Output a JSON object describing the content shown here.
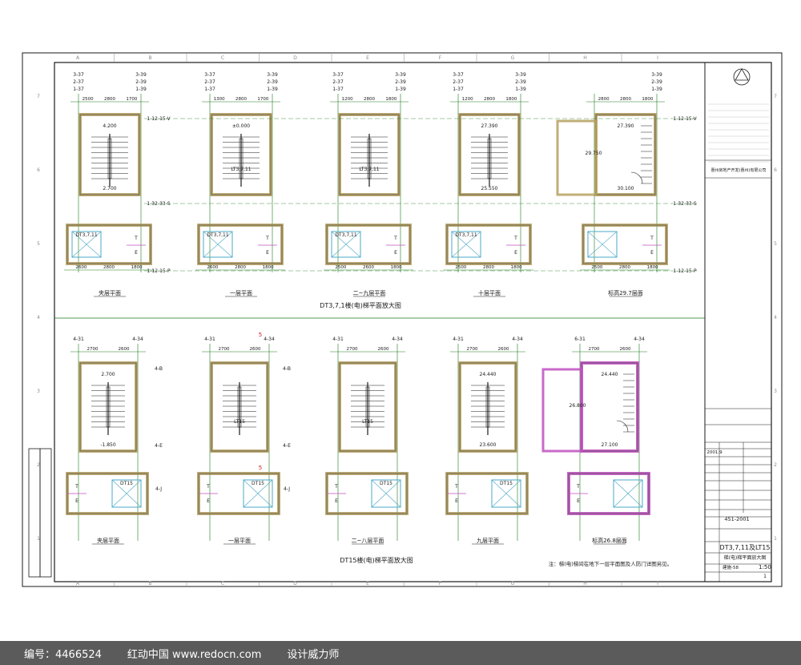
{
  "sheet": {
    "grid_cols": [
      "A",
      "B",
      "C",
      "D",
      "E",
      "F",
      "G",
      "H",
      "I"
    ],
    "grid_rows": [
      "7",
      "6",
      "5",
      "4",
      "3",
      "2",
      "1"
    ],
    "colors": {
      "wall": "#b5a060",
      "dim": "#1a7a1a",
      "line": "#1a1a1a",
      "axis": "#8a8a8a",
      "pink": "#c050c0",
      "cyan": "#4aa8c8",
      "red": "#cc2020"
    }
  },
  "top_row": {
    "plans": [
      {
        "title": "夹层平面",
        "axes_top": [
          "3-37",
          "2-37",
          "1-37"
        ],
        "axes_top_r": [
          "3-39",
          "2-39",
          "1-39"
        ],
        "dims_top": [
          "2500",
          "2800",
          "1700"
        ],
        "elev": "4.200",
        "elev2": "2.700",
        "stair": "",
        "elevator": "DT3,7,11",
        "tag_t": "T",
        "tag_e": "E",
        "dims_bottom": [
          "2600",
          "2800",
          "1800"
        ]
      },
      {
        "title": "一层平面",
        "axes_top": [
          "3-37",
          "2-37",
          "1-37"
        ],
        "axes_top_r": [
          "3-39",
          "2-39",
          "1-39"
        ],
        "dims_top": [
          "1300",
          "2800",
          "1700"
        ],
        "elev": "±0.000",
        "elev2": "",
        "stair": "LT3,7,11",
        "elevator": "DT3,7,11",
        "tag_t": "T",
        "tag_e": "E",
        "dims_bottom": [
          "2600",
          "2800",
          "1800"
        ]
      },
      {
        "title": "二~九层平面",
        "axes_top": [
          "3-37",
          "2-37",
          "1-37"
        ],
        "axes_top_r": [
          "3-39",
          "2-39",
          "1-39"
        ],
        "dims_top": [
          "1200",
          "2800",
          "1800"
        ],
        "elev": "",
        "elev2": "",
        "stair": "LT3,7,11",
        "elevator": "DT3,7,11",
        "tag_t": "T",
        "tag_e": "E",
        "dims_bottom": [
          "2500",
          "2600",
          "1800"
        ]
      },
      {
        "title": "十层平面",
        "axes_top": [
          "3-37",
          "2-37",
          "1-37"
        ],
        "axes_top_r": [
          "3-39",
          "2-39",
          "1-39"
        ],
        "dims_top": [
          "1200",
          "2800",
          "1800"
        ],
        "elev": "27.390",
        "elev2": "25.550",
        "stair": "",
        "elevator": "DT3,7,11",
        "tag_t": "T",
        "tag_e": "E",
        "dims_bottom": [
          "2500",
          "2800",
          "1800"
        ]
      },
      {
        "title": "标高29.7层面",
        "axes_top": [
          "",
          "",
          ""
        ],
        "axes_top_r": [
          "3-39",
          "2-39",
          "1-39"
        ],
        "dims_top": [
          "2800",
          "2800",
          "1800"
        ],
        "elev": "27.390",
        "elev2": "30.100",
        "stair": "29.750",
        "elevator": "",
        "tag_t": "T",
        "tag_e": "E",
        "dims_bottom": [
          "2500",
          "2800",
          "1800"
        ]
      }
    ],
    "row_axes": [
      "1-12-15-V",
      "1-32-33-S",
      "1-12-15-P"
    ],
    "caption": "DT3,7,1楼(电)梯平面放大图"
  },
  "bottom_row": {
    "plans": [
      {
        "title": "夹层平面",
        "axes_top": [
          "4-31"
        ],
        "axes_top_r": [
          "4-34"
        ],
        "dims_top": [
          "2700",
          "2600"
        ],
        "elev": "2.700",
        "elev2": "-1.850",
        "stair": "",
        "elevator": "DT15",
        "tag_t": "T",
        "tag_e": "E"
      },
      {
        "title": "一层平面",
        "axes_top": [
          "4-31"
        ],
        "axes_top_r": [
          "4-34"
        ],
        "dims_top": [
          "2700",
          "2600"
        ],
        "elev": "",
        "elev2": "",
        "stair": "LT15",
        "elevator": "DT15",
        "tag_t": "T",
        "tag_e": "E"
      },
      {
        "title": "二~八层平面",
        "axes_top": [
          "4-31"
        ],
        "axes_top_r": [
          "4-34"
        ],
        "dims_top": [
          "2700",
          "2600"
        ],
        "elev": "",
        "elev2": "",
        "stair": "LT15",
        "elevator": "DT15",
        "tag_t": "T",
        "tag_e": "E"
      },
      {
        "title": "九层平面",
        "axes_top": [
          "4-31"
        ],
        "axes_top_r": [
          "4-34"
        ],
        "dims_top": [
          "2700",
          "2600"
        ],
        "elev": "24.440",
        "elev2": "23.600",
        "stair": "",
        "elevator": "DT15",
        "tag_t": "T",
        "tag_e": "E"
      },
      {
        "title": "标高26.8层面",
        "axes_top": [
          "6-31"
        ],
        "axes_top_r": [
          "4-34"
        ],
        "dims_top": [
          "2700",
          "2600"
        ],
        "elev": "24.440",
        "elev2": "27.100",
        "stair": "26.800",
        "elevator": "",
        "tag_t": "T",
        "tag_e": "E"
      }
    ],
    "row_axes": [
      "4-B",
      "4-E",
      "4-J"
    ],
    "caption": "DT15楼(电)梯平面放大图",
    "note": "注：梯(电)梯间在地下一层平面图及人防门详图另见。"
  },
  "title_block": {
    "drawing_title_1": "DT3,7,11及LT15",
    "drawing_title_2": "梯(电)梯平面放大图",
    "scale": "1:50",
    "drawing_no": "建施-58",
    "sheet_no": "1",
    "project_no": "451-2001",
    "date": "2001.9",
    "client": "惠州房地产开发(惠州)有限公司"
  },
  "footer": {
    "id_label": "编号：4466524",
    "site": "红动中国 www.redocn.com",
    "designer": "设计威力师"
  }
}
